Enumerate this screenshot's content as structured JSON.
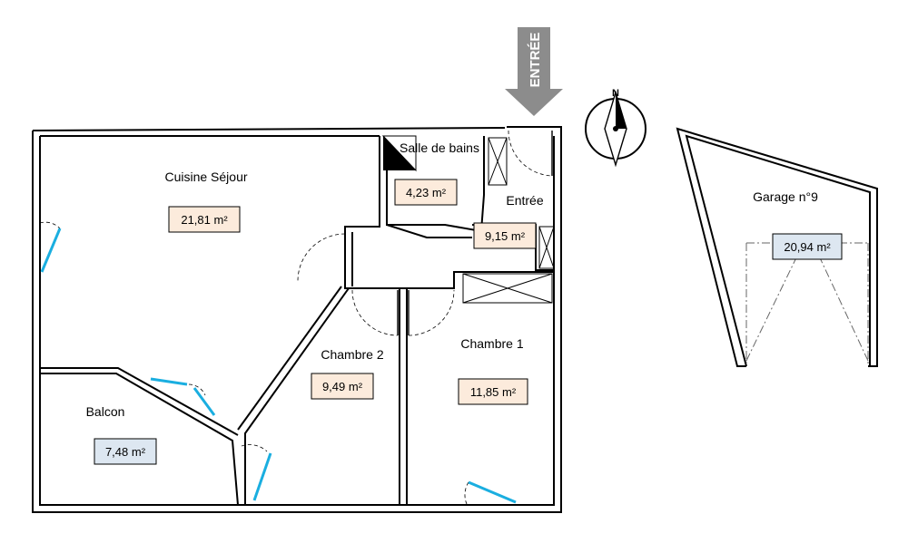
{
  "rooms": {
    "cuisine_sejour": {
      "label": "Cuisine Séjour",
      "area": "21,81 m²"
    },
    "salle_de_bains": {
      "label": "Salle de bains",
      "area": "4,23 m²"
    },
    "entree": {
      "label": "Entrée",
      "area": "9,15 m²"
    },
    "chambre_1": {
      "label": "Chambre 1",
      "area": "11,85 m²"
    },
    "chambre_2": {
      "label": "Chambre 2",
      "area": "9,49 m²"
    },
    "balcon": {
      "label": "Balcon",
      "area": "7,48 m²"
    },
    "garage": {
      "label": "Garage n°9",
      "area": "20,94 m²"
    }
  },
  "entrance_marker": {
    "label": "ENTRÉE"
  },
  "compass": {
    "north_letter": "N",
    "icon": "north-arrow-icon"
  },
  "colors": {
    "area_warm": "#fcebdc",
    "area_cool": "#dde7f1",
    "window": "#1aaee0",
    "arrow": "#8c8c8c"
  }
}
